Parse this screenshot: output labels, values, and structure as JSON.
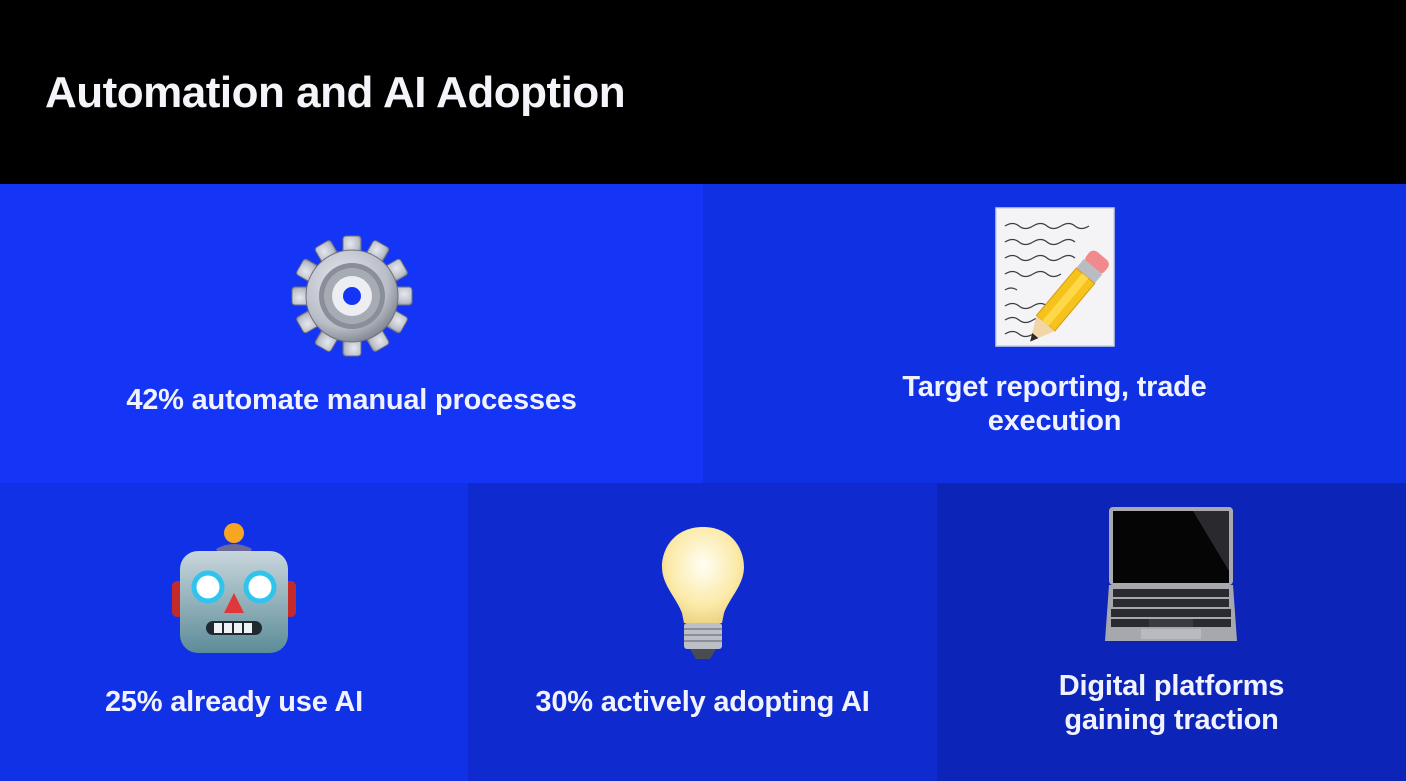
{
  "slide": {
    "title": "Automation and AI Adoption",
    "colors": {
      "header_bg": "#000000",
      "tile_1": "#1435f5",
      "tile_2": "#1030e3",
      "tile_3": "#1131e6",
      "tile_4": "#0f2bd0",
      "tile_5": "#0d24b8",
      "text": "#f0f2ff"
    },
    "tiles": [
      {
        "icon": "gear-icon",
        "label": "42% automate manual processes"
      },
      {
        "icon": "memo-pencil-icon",
        "label_line1": "Target reporting, trade",
        "label_line2": "execution"
      },
      {
        "icon": "robot-icon",
        "label": "25% already use AI"
      },
      {
        "icon": "lightbulb-icon",
        "label": "30% actively adopting AI"
      },
      {
        "icon": "laptop-icon",
        "label_line1": "Digital platforms",
        "label_line2": "gaining traction"
      }
    ]
  }
}
